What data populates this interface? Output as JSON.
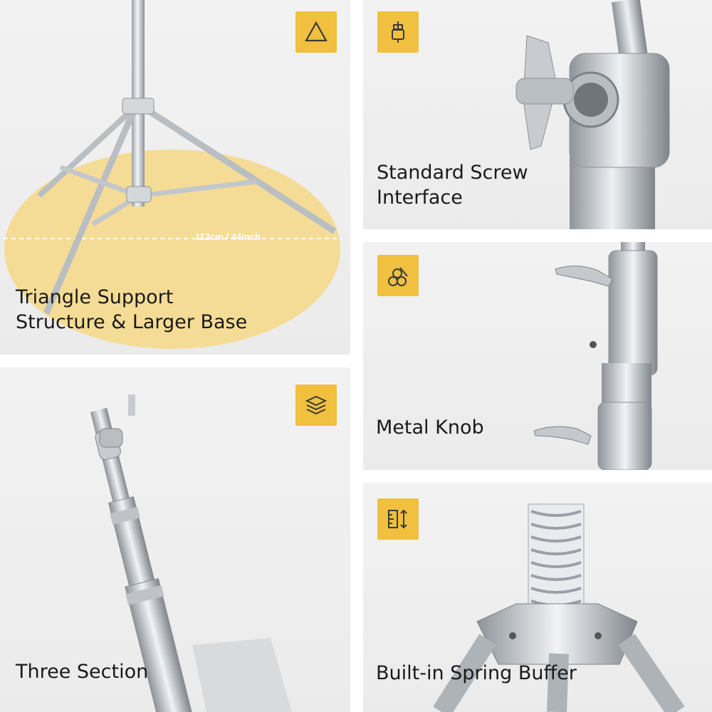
{
  "panels": [
    {
      "caption": "Triangle Support\nStructure & Larger Base",
      "icon": "triangle-icon",
      "dimension_label": "112cm / 44inch"
    },
    {
      "caption": "Standard Screw\nInterface",
      "icon": "screw-interface-icon"
    },
    {
      "caption": "Metal Knob",
      "icon": "knob-icon"
    },
    {
      "caption": "Three Section",
      "icon": "layers-icon"
    },
    {
      "caption": "Built-in Spring Buffer",
      "icon": "spring-buffer-icon"
    }
  ],
  "colors": {
    "badge": "#f0c03e",
    "base_circle": "#f5dc96",
    "steel": "#c8ccd0"
  }
}
